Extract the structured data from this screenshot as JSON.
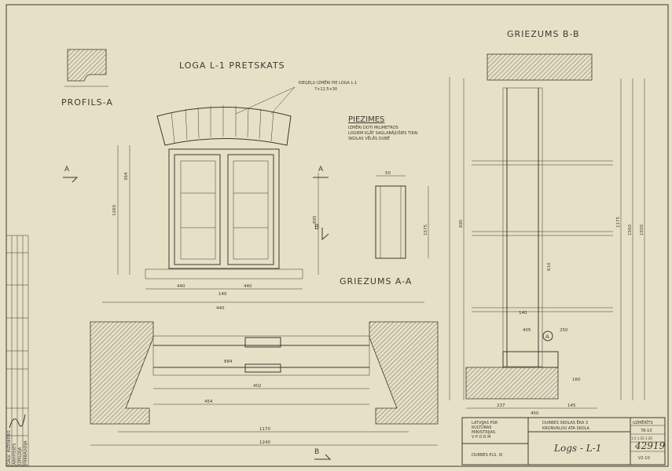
{
  "titles": {
    "section_bb": "GRIEZUMS B-B",
    "elevation": "LOGA L-1 PRETSKATS",
    "profile": "PROFILS-A",
    "section_aa": "GRIEZUMS A-A",
    "brick_note_1": "KIEĢEĻU IZMĒRI PIE LOGA L-1",
    "brick_note_2": "7×12,5×30"
  },
  "notes": {
    "heading": "PIEZIMES",
    "lines": [
      "IZMĒRI DOTI MILIMETROS",
      "LOGIEM KLĀT SAGLABĀJUŠIES TIKAI",
      "SKOLAS VĒLĀS DUBĒ"
    ]
  },
  "markers": {
    "a": "A",
    "b": "B"
  },
  "dimensions": {
    "elev_width_left": "440",
    "elev_width_right": "440",
    "elev_total": "140",
    "elev_height": "1260",
    "elev_side": "895",
    "elev_mid": "364",
    "aa_inner": "884",
    "aa_402": "402",
    "aa_454": "454",
    "aa_1170": "1170",
    "aa_1240": "1240",
    "aa_440": "440",
    "bb_695": "695",
    "bb_610": "610",
    "bb_1175": "1175",
    "bb_1560": "1560",
    "bb_1500": "1500",
    "bb_237": "237",
    "bb_450": "450",
    "bb_145": "145",
    "bb_160": "160",
    "bb_405": "405",
    "bb_250": "250",
    "bb_140": "140",
    "shutter_top": "50",
    "shutter_h": "1575"
  },
  "title_block": {
    "org": [
      "LATVIJAS PSR",
      "KULTŪRAS",
      "MINISTRIJAS",
      "V P D R M"
    ],
    "object": [
      "DURBES SKOLAS ĒKA 3",
      "KRONVALDU ATA SKOLA"
    ],
    "location": "DURBES PLS. IX",
    "drawing_name": "Logs - L-1",
    "measured_label": "UZMĒRĪTS",
    "date": "78-10",
    "scales": "1:5 1:10 1:20",
    "number": "42919",
    "sheet": "V2-10"
  },
  "side_stamp": [
    "GALV. INŽENIERIS",
    "ARHITEKTS",
    "IZPILDĪJA",
    "PĀRBAUDĪJA"
  ]
}
